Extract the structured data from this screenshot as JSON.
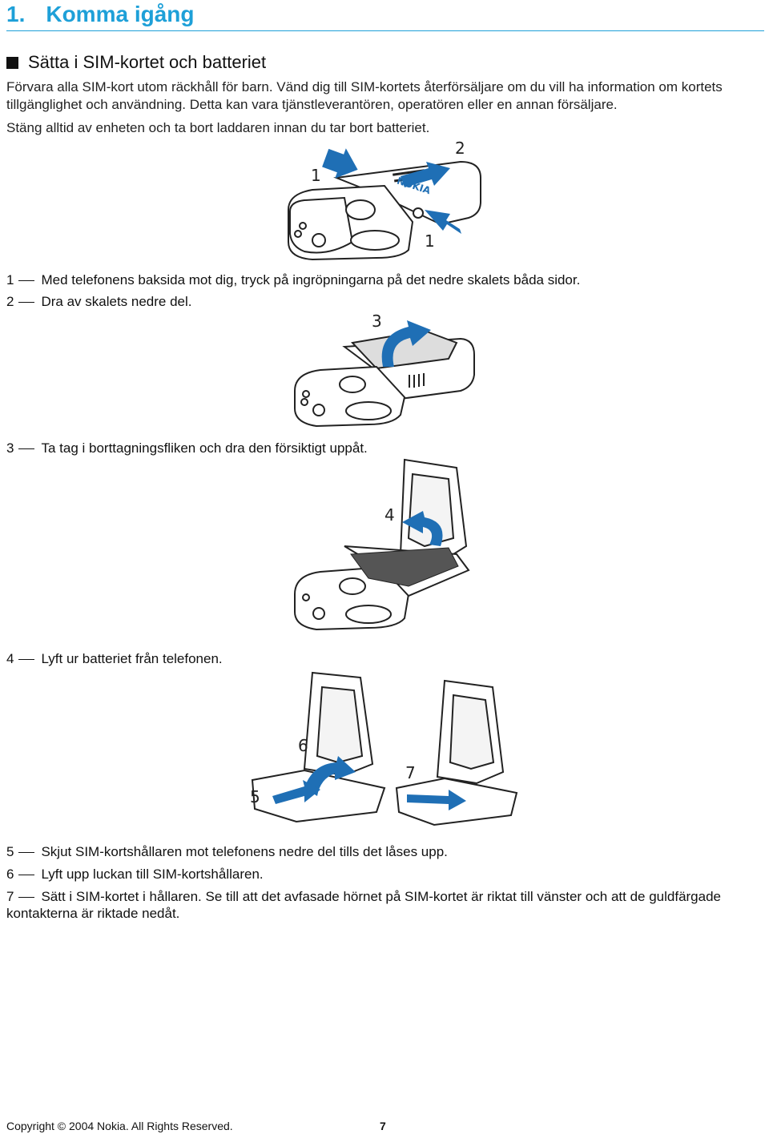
{
  "chapter": {
    "number": "1.",
    "title": "Komma igång"
  },
  "section": {
    "title": "Sätta i SIM-kortet och batteriet"
  },
  "intro": {
    "line1": "Förvara alla SIM-kort utom räckhåll för barn. Vänd dig till SIM-kortets återförsäljare om du vill ha information om kortets",
    "line2": "tillgänglighet och användning. Detta kan vara tjänstleverantören, operatören eller en annan försäljare.",
    "line3": "Stäng alltid av enheten och ta bort laddaren innan du tar bort batteriet."
  },
  "figure1": {
    "callouts": [
      "1",
      "2",
      "1"
    ],
    "brand": "NOKIA"
  },
  "figure2": {
    "callouts": [
      "3"
    ]
  },
  "figure3": {
    "callouts": [
      "4"
    ]
  },
  "figure4": {
    "callouts": [
      "6",
      "5",
      "7"
    ]
  },
  "steps": [
    {
      "num": "1",
      "text": "Med telefonens baksida mot dig, tryck på ingröpningarna på det nedre skalets båda sidor."
    },
    {
      "num": "2",
      "text": "Dra av skalets nedre del."
    },
    {
      "num": "3",
      "text": "Ta tag i borttagningsfliken och dra den försiktigt uppåt."
    },
    {
      "num": "4",
      "text": "Lyft ur batteriet från telefonen."
    },
    {
      "num": "5",
      "text": "Skjut SIM-kortshållaren mot telefonens nedre del tills det låses upp."
    },
    {
      "num": "6",
      "text": "Lyft upp luckan till SIM-kortshållaren."
    },
    {
      "num": "7",
      "text": "Sätt i SIM-kortet i hållaren. Se till att det avfasade hörnet på SIM-kortet är riktat till vänster och att de guldfärgade"
    },
    {
      "num": "",
      "text": "kontakterna är riktade nedåt."
    }
  ],
  "footer": {
    "copyright": "Copyright © 2004 Nokia. All Rights Reserved.",
    "page": "7"
  },
  "colors": {
    "accent": "#1ea0d8",
    "arrow": "#1f6fb5"
  }
}
